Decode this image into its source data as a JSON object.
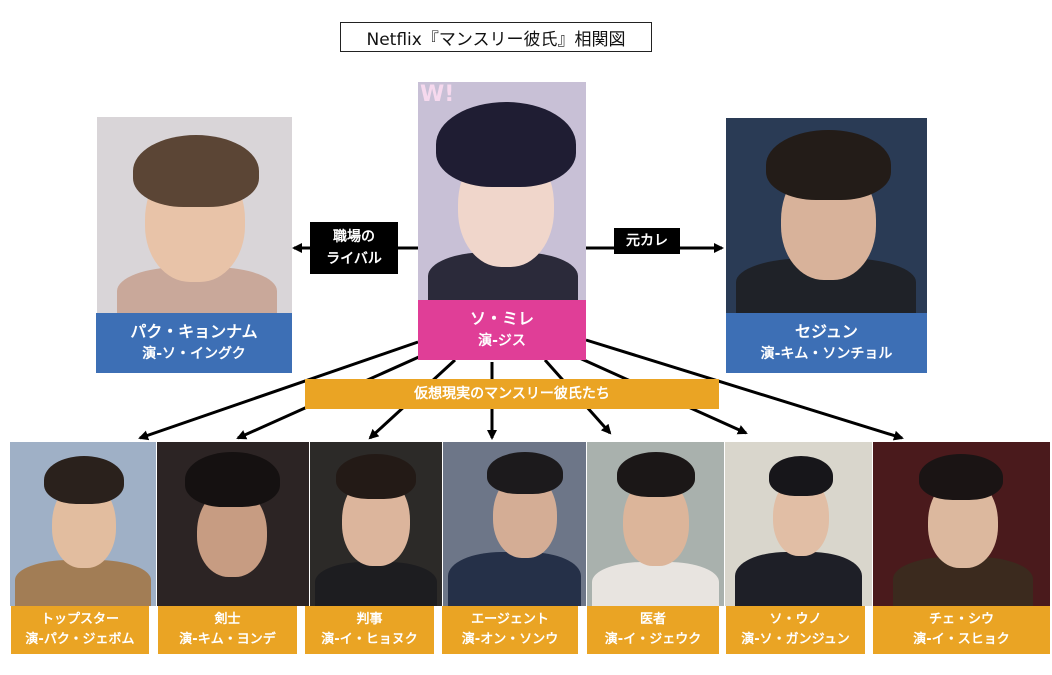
{
  "title": "Netflix『マンスリー彼氏』相関図",
  "colors": {
    "main_label": "#e03e97",
    "side_label": "#3d6fb5",
    "boyfriend_label": "#eaa424",
    "relation_tag": "#000000"
  },
  "center": {
    "role": "ソ・ミレ",
    "actor": "演-ジス",
    "photo_overlay_text": "W!"
  },
  "left": {
    "role": "パク・キョンナム",
    "actor": "演-ソ・イングク",
    "relation": [
      "職場の",
      "ライバル"
    ]
  },
  "right": {
    "role": "セジュン",
    "actor": "演-キム・ソンチョル",
    "relation": [
      "元カレ"
    ]
  },
  "group_label": "仮想現実のマンスリー彼氏たち",
  "boyfriends": [
    {
      "role": "トップスター",
      "actor": "演-パク・ジェボム"
    },
    {
      "role": "剣士",
      "actor": "演-キム・ヨンデ"
    },
    {
      "role": "判事",
      "actor": "演-イ・ヒョヌク"
    },
    {
      "role": "エージェント",
      "actor": "演-オン・ソンウ"
    },
    {
      "role": "医者",
      "actor": "演-イ・ジェウク"
    },
    {
      "role": "ソ・ウノ",
      "actor": "演-ソ・ガンジュン"
    },
    {
      "role": "チェ・シウ",
      "actor": "演-イ・スヒョク"
    }
  ]
}
